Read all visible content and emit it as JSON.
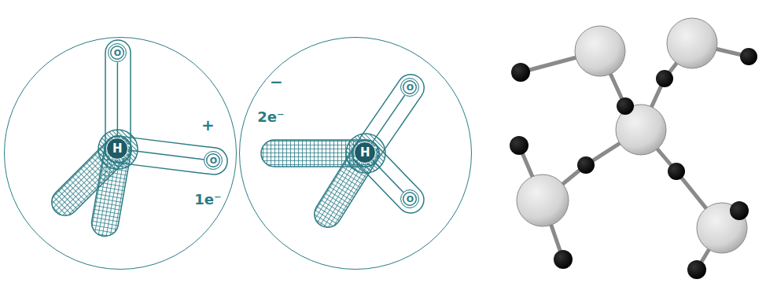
{
  "diagram": {
    "nodes": [
      {
        "text": [
          "+",
          "1e⁻"
        ]
      },
      {
        "text": [
          "O"
        ],
        "in": 0
      },
      {
        "text": [
          "H"
        ],
        "in": 0
      },
      {
        "text": [
          "O"
        ],
        "in": 0
      },
      {
        "text": [
          "−",
          "2e⁻"
        ]
      },
      {
        "text": [
          "H"
        ],
        "in": 4
      },
      {
        "text": [
          "O"
        ],
        "in": 4
      },
      {
        "text": [
          "O"
        ],
        "in": 4
      }
    ],
    "edges": [
      {
        "from": 2,
        "to": 1,
        "arrow": "none"
      },
      {
        "from": 2,
        "to": 3,
        "arrow": "none"
      },
      {
        "from": 5,
        "to": 6,
        "arrow": "none"
      },
      {
        "from": 5,
        "to": 7,
        "arrow": "none"
      }
    ]
  }
}
